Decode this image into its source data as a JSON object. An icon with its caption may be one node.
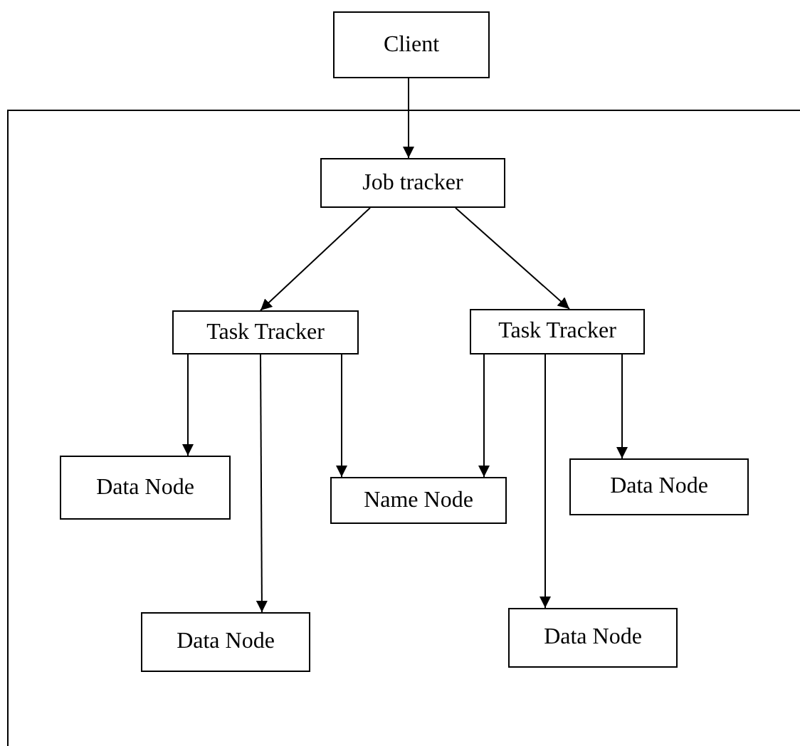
{
  "diagram": {
    "nodes": [
      {
        "text": [
          "Client"
        ]
      },
      {
        "text": [
          "Job tracker"
        ]
      },
      {
        "text": [
          "Task Tracker"
        ]
      },
      {
        "text": [
          "Task Tracker"
        ]
      },
      {
        "text": [
          "Data Node"
        ]
      },
      {
        "text": [
          "Name Node"
        ]
      },
      {
        "text": [
          "Data Node"
        ]
      },
      {
        "text": [
          "Data Node"
        ]
      },
      {
        "text": [
          "Data Node"
        ]
      }
    ],
    "edges": [
      {
        "from": 0,
        "to": 1,
        "arrow": "to"
      },
      {
        "from": 1,
        "to": 2,
        "arrow": "to"
      },
      {
        "from": 1,
        "to": 3,
        "arrow": "to"
      },
      {
        "from": 2,
        "to": 4,
        "arrow": "to"
      },
      {
        "from": 2,
        "to": 7,
        "arrow": "to"
      },
      {
        "from": 2,
        "to": 5,
        "arrow": "to"
      },
      {
        "from": 3,
        "to": 5,
        "arrow": "to"
      },
      {
        "from": 3,
        "to": 8,
        "arrow": "to"
      },
      {
        "from": 3,
        "to": 6,
        "arrow": "to"
      }
    ]
  }
}
